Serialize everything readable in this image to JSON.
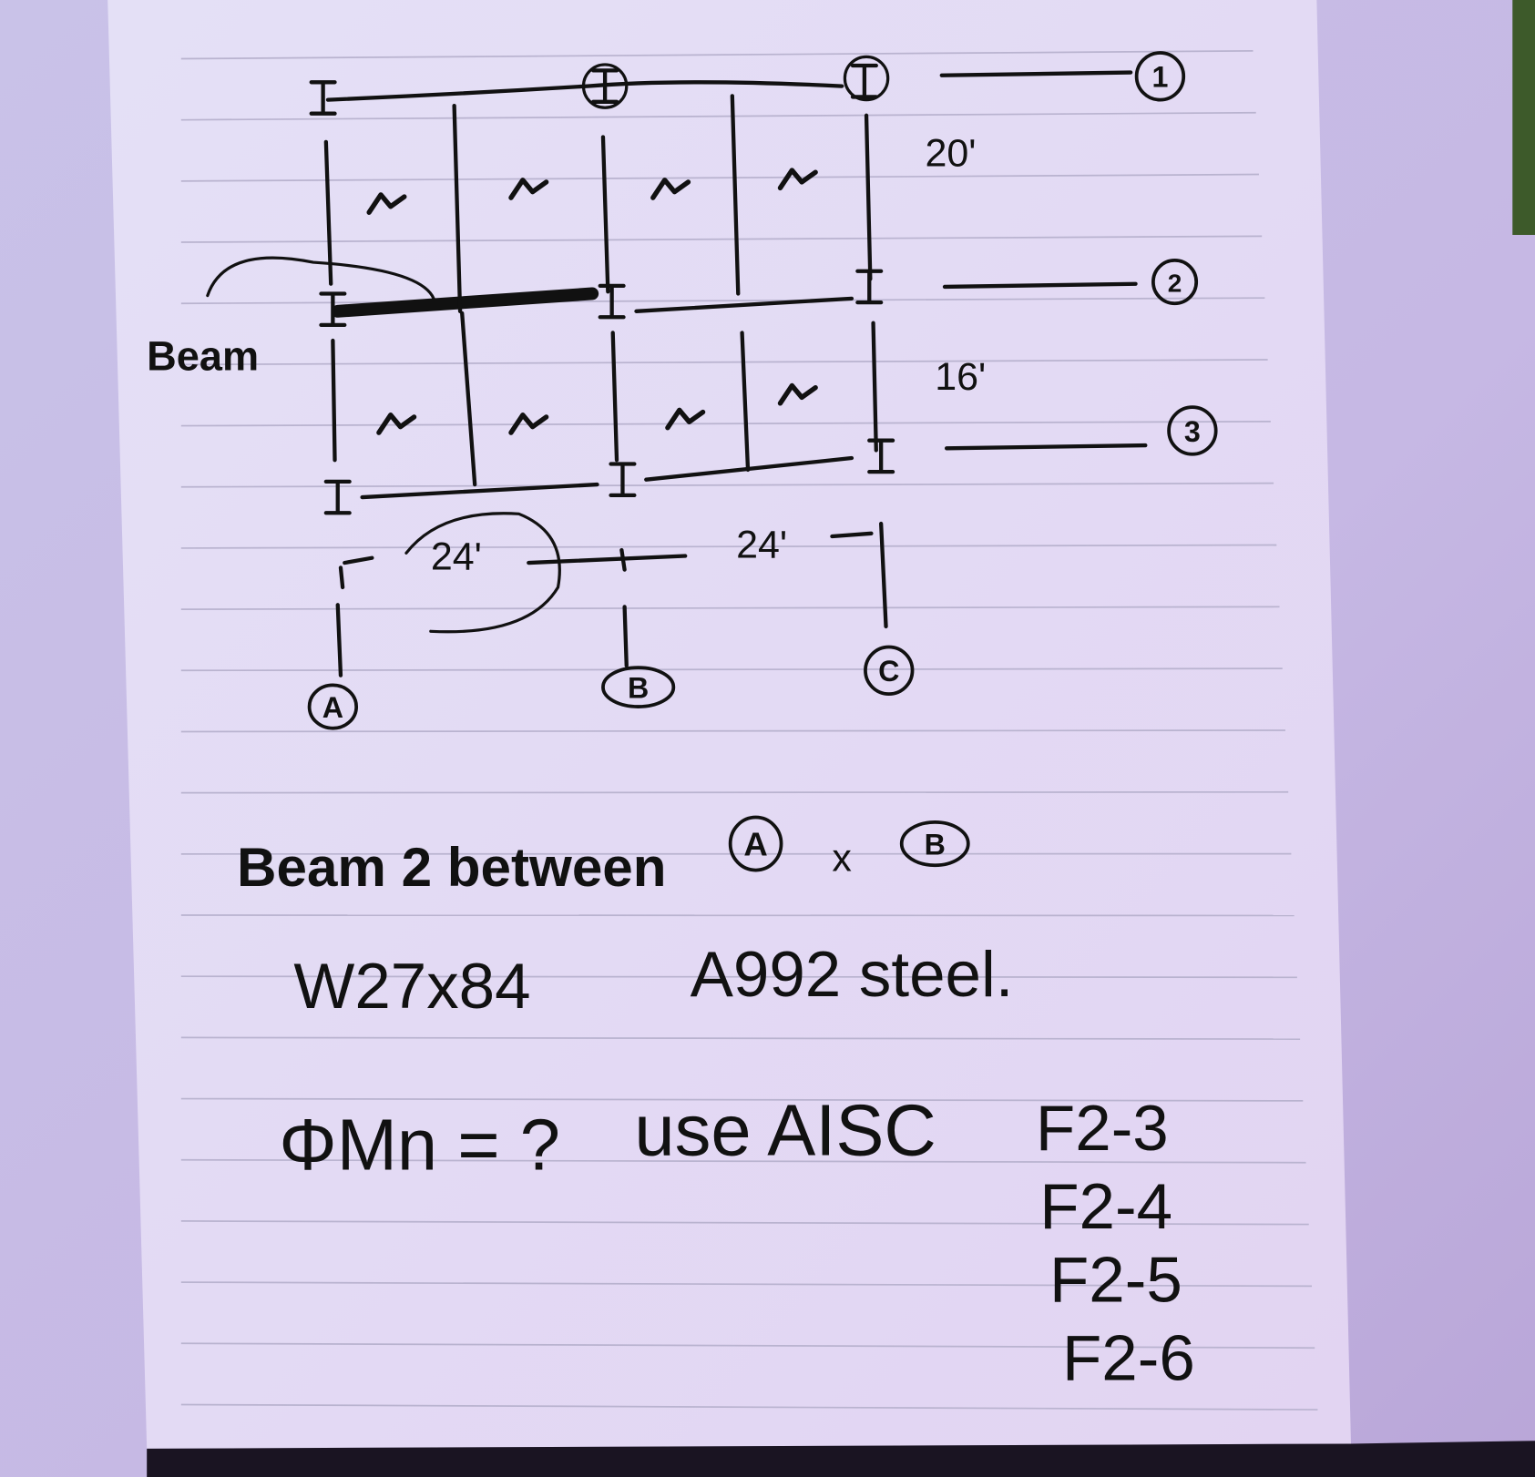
{
  "colors": {
    "paper": "#e6def6",
    "background": "#c6bbe4",
    "ink": "#111111",
    "rule": "#b9b3cf",
    "edge_green": "#3d5a2a"
  },
  "diagram": {
    "column_labels": [
      "A",
      "B",
      "C"
    ],
    "row_labels": [
      "1",
      "2",
      "3"
    ],
    "column_spacings": [
      "24'",
      "24'"
    ],
    "row_spacings": [
      "20'",
      "16'"
    ],
    "beam_callout": "Beam",
    "column_symbol": "I",
    "span_direction_marks": 8
  },
  "notes": {
    "line1": {
      "prefix": "Beam 2 between",
      "col_a": "A",
      "joiner": "x",
      "col_b": "B"
    },
    "section": "W27x84",
    "material": "A992 steel.",
    "question": "ΦMn = ?",
    "instruction": "use AISC",
    "equations": [
      "F2-3",
      "F2-4",
      "F2-5",
      "F2-6"
    ]
  }
}
